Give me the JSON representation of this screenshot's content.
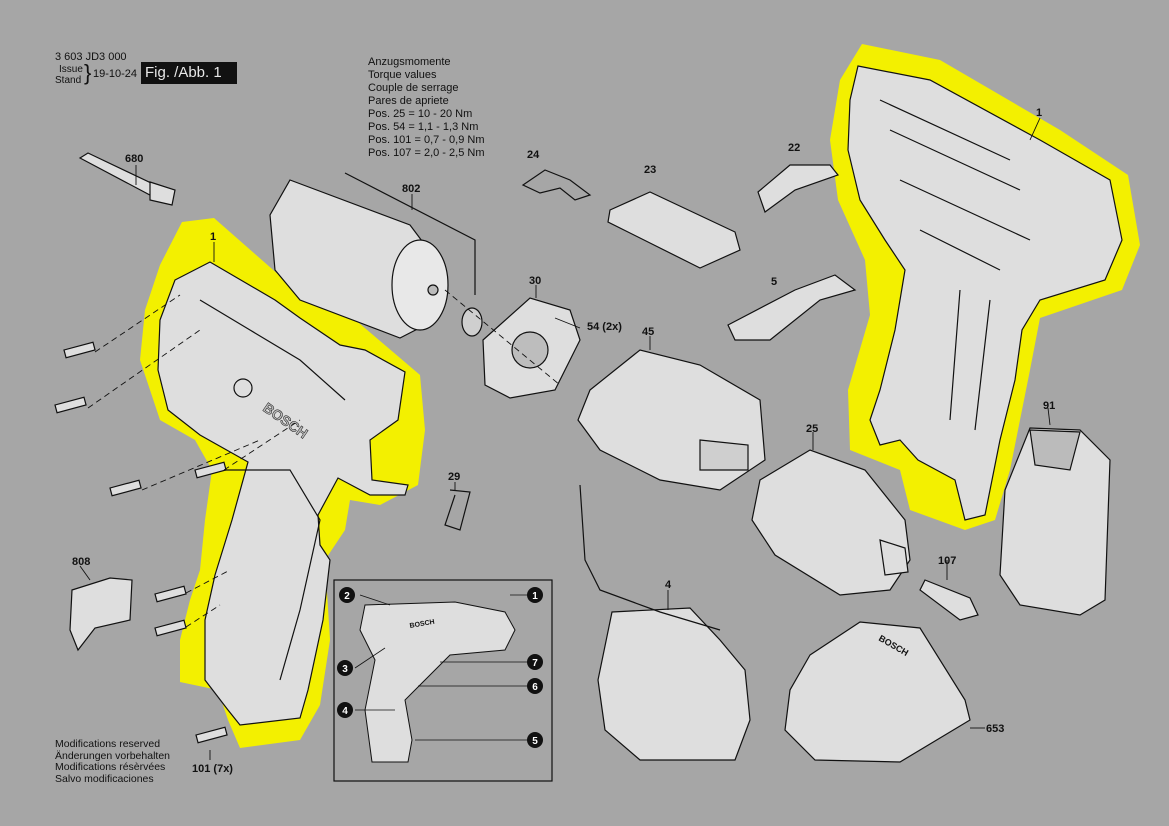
{
  "header": {
    "doc_number": "3 603 JD3 000",
    "issue_label": "Issue",
    "stand_label": "Stand",
    "date": "19-10-24",
    "figure": "Fig. /Abb. 1"
  },
  "torque": {
    "lines": [
      "Anzugsmomente",
      "Torque values",
      "Couple de serrage",
      "Pares de apriete",
      "Pos. 25    = 10 - 20 Nm",
      "Pos. 54    = 1,1 - 1,3 Nm",
      "Pos. 101  = 0,7 - 0,9 Nm",
      "Pos. 107  = 2,0 - 2,5 Nm"
    ]
  },
  "notes": {
    "lines": [
      "Modifications reserved",
      "Änderungen vorbehalten",
      "Modifications résèrvées",
      "Salvo modificaciones"
    ]
  },
  "parts": {
    "p1_left": "1",
    "p1_right": "1",
    "p680": "680",
    "p802": "802",
    "p24": "24",
    "p23": "23",
    "p22": "22",
    "p30": "30",
    "p54": "54 (2x)",
    "p5": "5",
    "p45": "45",
    "p29": "29",
    "p25": "25",
    "p91": "91",
    "p808": "808",
    "p4": "4",
    "p107": "107",
    "p653": "653",
    "p101": "101 (7x)"
  },
  "inset": {
    "callouts": [
      "1",
      "2",
      "3",
      "4",
      "5",
      "6",
      "7"
    ]
  },
  "colors": {
    "background": "#a6a6a6",
    "highlight": "#f3f000",
    "line": "#111111",
    "part_fill": "#d9d9d9"
  },
  "brand": "BOSCH"
}
